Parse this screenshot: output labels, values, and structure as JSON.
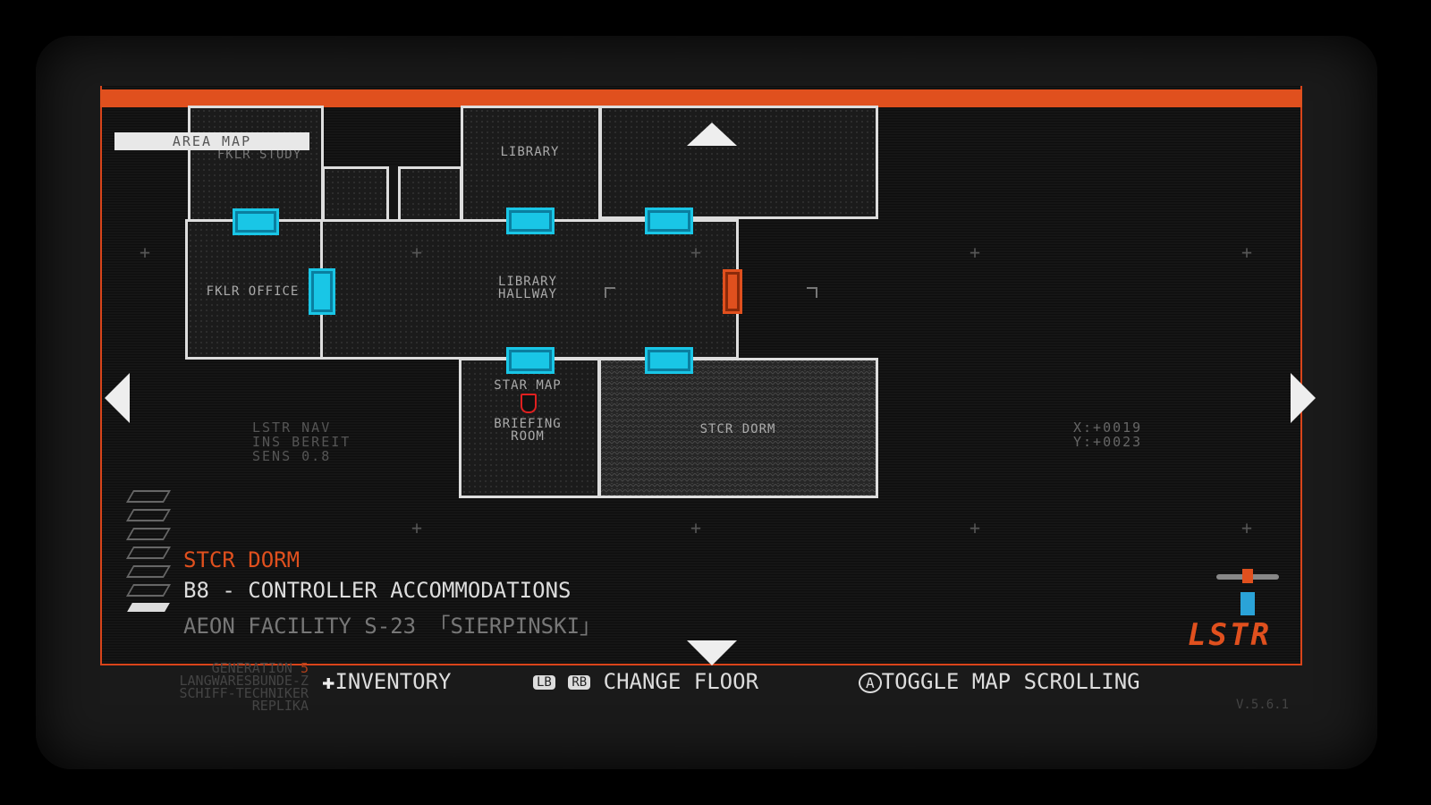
{
  "header": {
    "title": "AREA MAP"
  },
  "rooms": {
    "fklr_study": "FKLR STUDY",
    "library": "LIBRARY",
    "fklr_office": "FKLR OFFICE",
    "library_hallway": "LIBRARY HALLWAY",
    "star_map": "STAR MAP",
    "briefing_room": "BRIEFING ROOM",
    "stcr_dorm": "STCR DORM"
  },
  "nav_info": {
    "line1": "LSTR NAV",
    "line2": "INS BEREIT",
    "line3": "SENS 0.8"
  },
  "coordinates": {
    "x": "X:+0019",
    "y": "Y:+0023"
  },
  "location": {
    "room": "STCR DORM",
    "floor": "B8 - CONTROLLER ACCOMMODATIONS",
    "facility": "AEON FACILITY S-23 「SIERPINSKI」"
  },
  "unit_info": {
    "line1": "GENERATION",
    "generation": "5",
    "line2": "LANGWARESBUNDE-Z",
    "line3": "SCHIFF-TECHNIKER",
    "line4": "REPLIKA"
  },
  "controls": {
    "inventory": "INVENTORY",
    "lb": "LB",
    "rb": "RB",
    "change_floor": "CHANGE FLOOR",
    "a": "A",
    "toggle_scrolling": "TOGGLE MAP SCROLLING"
  },
  "logo": "LSTR",
  "version": "V.5.6.1",
  "colors": {
    "accent": "#e0501e",
    "door": "#19c6e6",
    "wall": "#dddddd"
  }
}
